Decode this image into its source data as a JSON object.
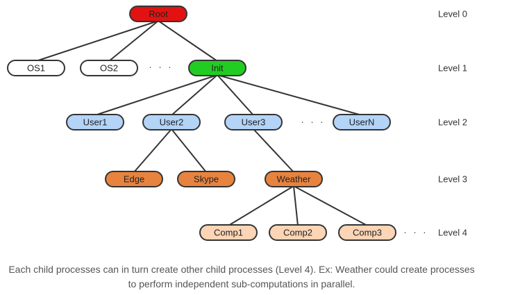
{
  "diagram": {
    "colors": {
      "root": "#e31212",
      "init": "#22cc22",
      "os": "#ffffff",
      "user": "#b3d4f7",
      "app": "#e8833f",
      "comp": "#fbd5b5",
      "stroke": "#333333"
    },
    "nodes": [
      {
        "id": "root",
        "label": "Root",
        "kind": "root"
      },
      {
        "id": "os1",
        "label": "OS1",
        "kind": "os"
      },
      {
        "id": "os2",
        "label": "OS2",
        "kind": "os"
      },
      {
        "id": "init",
        "label": "Init",
        "kind": "init"
      },
      {
        "id": "user1",
        "label": "User1",
        "kind": "user"
      },
      {
        "id": "user2",
        "label": "User2",
        "kind": "user"
      },
      {
        "id": "user3",
        "label": "User3",
        "kind": "user"
      },
      {
        "id": "usern",
        "label": "UserN",
        "kind": "user"
      },
      {
        "id": "edge",
        "label": "Edge",
        "kind": "app"
      },
      {
        "id": "skype",
        "label": "Skype",
        "kind": "app"
      },
      {
        "id": "weather",
        "label": "Weather",
        "kind": "app"
      },
      {
        "id": "comp1",
        "label": "Comp1",
        "kind": "comp"
      },
      {
        "id": "comp2",
        "label": "Comp2",
        "kind": "comp"
      },
      {
        "id": "comp3",
        "label": "Comp3",
        "kind": "comp"
      }
    ],
    "edges": [
      [
        "root",
        "os1"
      ],
      [
        "root",
        "os2"
      ],
      [
        "root",
        "init"
      ],
      [
        "init",
        "user1"
      ],
      [
        "init",
        "user2"
      ],
      [
        "init",
        "user3"
      ],
      [
        "init",
        "usern"
      ],
      [
        "user2",
        "edge"
      ],
      [
        "user2",
        "skype"
      ],
      [
        "user3",
        "weather"
      ],
      [
        "weather",
        "comp1"
      ],
      [
        "weather",
        "comp2"
      ],
      [
        "weather",
        "comp3"
      ]
    ],
    "ellipses": [
      {
        "id": "ellipsis-level1",
        "text": "· · ·"
      },
      {
        "id": "ellipsis-level2",
        "text": "· · ·"
      },
      {
        "id": "ellipsis-level4",
        "text": "· · ·"
      }
    ],
    "levels": [
      "Level 0",
      "Level 1",
      "Level 2",
      "Level 3",
      "Level 4"
    ]
  },
  "caption": {
    "line1": "Each child processes can in turn create other child processes (Level 4). Ex: Weather could create processes",
    "line2": "to perform independent sub-computations in parallel."
  }
}
